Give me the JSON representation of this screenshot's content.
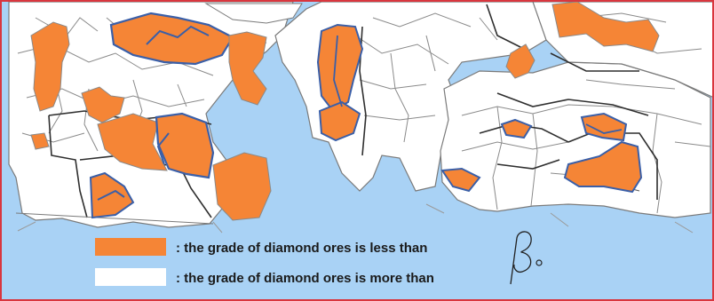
{
  "colors": {
    "sea": "#a9d2f5",
    "land": "#ffffff",
    "low_grade": "#f58536",
    "region_border": "#7a7a7a",
    "country_border": "#2f2f2f",
    "highlight_border": "#3a5fa8",
    "frame": "#d9363e"
  },
  "legend": {
    "items": [
      {
        "swatch": "orange",
        "label": ": the grade of diamond ores is less than"
      },
      {
        "swatch": "white",
        "label": ": the grade of diamond ores is more than"
      }
    ],
    "symbol": "β₀"
  }
}
